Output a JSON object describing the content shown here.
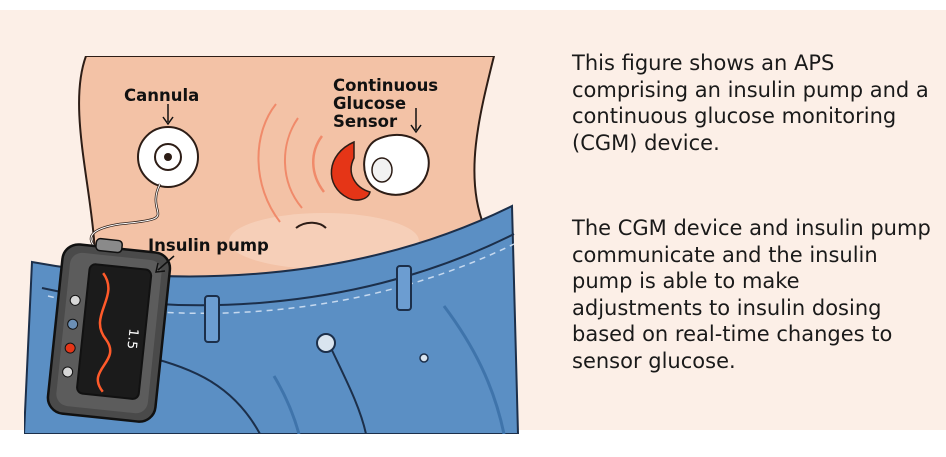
{
  "labels": {
    "cannula": "Cannula",
    "cgm_line1": "Continuous",
    "cgm_line2": "Glucose",
    "cgm_line3": "Sensor",
    "pump": "Insulin pump"
  },
  "pump_screen_text": "1.5",
  "caption": {
    "paragraph1": "This figure shows an APS comprising an insulin pump and a continuous glucose monitoring (CGM) device.",
    "paragraph2": "The CGM device and insulin pump communicate and the insulin pump is able to make adjustments to insulin dosing based on real-time changes to sensor glucose."
  },
  "colors": {
    "panel_bg": "#fcefe7",
    "skin": "#f3c2a6",
    "denim": "#5b8fc4",
    "sensor_red": "#e53517",
    "pump_body": "#4a4a4a"
  }
}
